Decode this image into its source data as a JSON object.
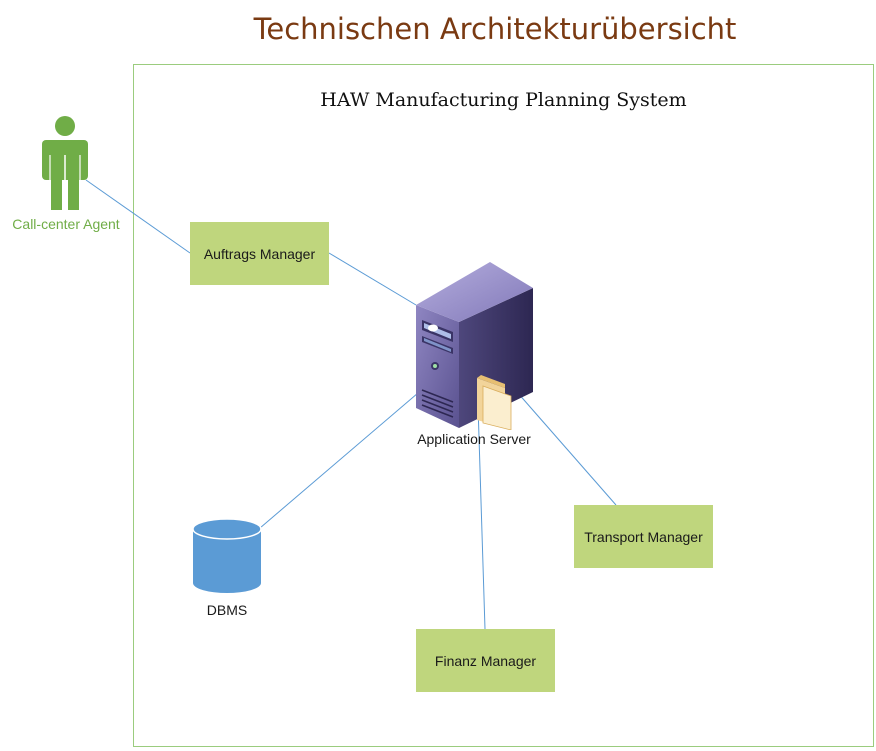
{
  "diagram": {
    "title": "Technischen Architekturübersicht",
    "system_boundary_label": "HAW Manufacturing Planning System",
    "actor": {
      "label": "Call-center Agent",
      "icon": "person-icon",
      "color": "#70ad47"
    },
    "server": {
      "label": "Application Server",
      "icon": "server-tower-icon"
    },
    "database": {
      "label": "DBMS",
      "icon": "database-cylinder-icon",
      "color": "#5b9bd5"
    },
    "components": [
      {
        "id": "auftrags",
        "label": "Auftrags Manager"
      },
      {
        "id": "transport",
        "label": "Transport Manager"
      },
      {
        "id": "finanz",
        "label": "Finanz Manager"
      }
    ],
    "colors": {
      "title": "#7a3a12",
      "boundary": "#9bcc7e",
      "component_fill": "#bfd67d",
      "connector": "#5b9bd5"
    }
  }
}
